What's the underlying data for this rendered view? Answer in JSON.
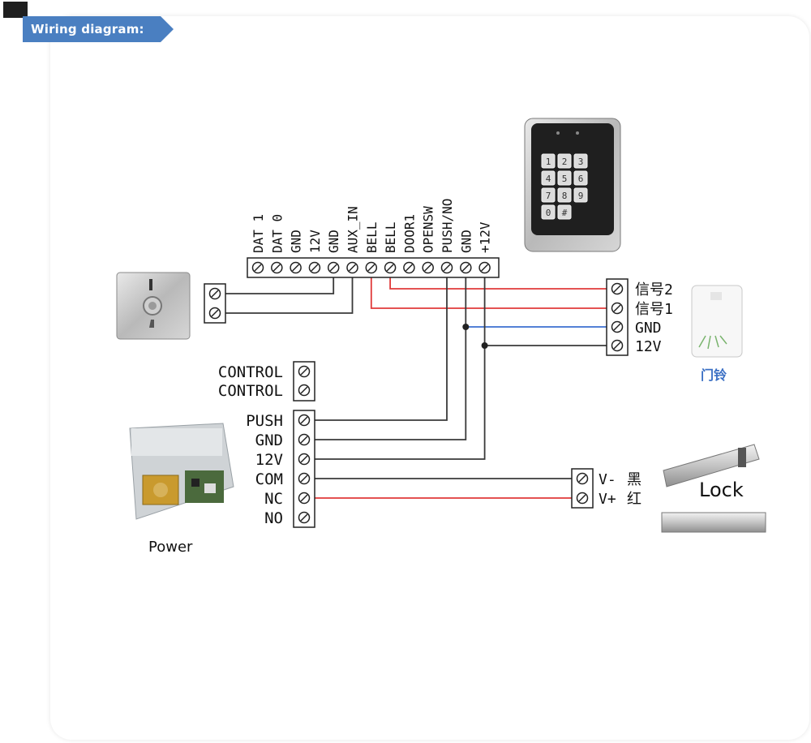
{
  "banner": {
    "title": "Wiring diagram:",
    "color": "#4a7fc1"
  },
  "controller": {
    "terminals": [
      "DAT 1",
      "DAT 0",
      "GND",
      "12V",
      "GND",
      "AUX_IN",
      "BELL",
      "BELL",
      "DOOR1",
      "OPENSW",
      "PUSH/NO",
      "GND",
      "+12V"
    ]
  },
  "keypad": {
    "keys": [
      "1",
      "2",
      "3",
      "4",
      "5",
      "6",
      "7",
      "8",
      "9",
      "0",
      "#"
    ]
  },
  "doorbell": {
    "terminals": [
      "信号2",
      "信号1",
      "GND",
      "12V"
    ],
    "caption": "门铃",
    "caption_color": "#3a6fc4"
  },
  "power": {
    "control_terminals": [
      "CONTROL",
      "CONTROL"
    ],
    "terminals": [
      "PUSH",
      "GND",
      "12V",
      "COM",
      "NC",
      "NO"
    ],
    "caption": "Power"
  },
  "lock": {
    "terminals": [
      "V-",
      "V+"
    ],
    "wire_colors": [
      "黑",
      "红"
    ],
    "caption": "Lock"
  },
  "colors": {
    "red": "#e03a3a",
    "blue": "#3b6fd1",
    "black": "#3a3a3a"
  }
}
